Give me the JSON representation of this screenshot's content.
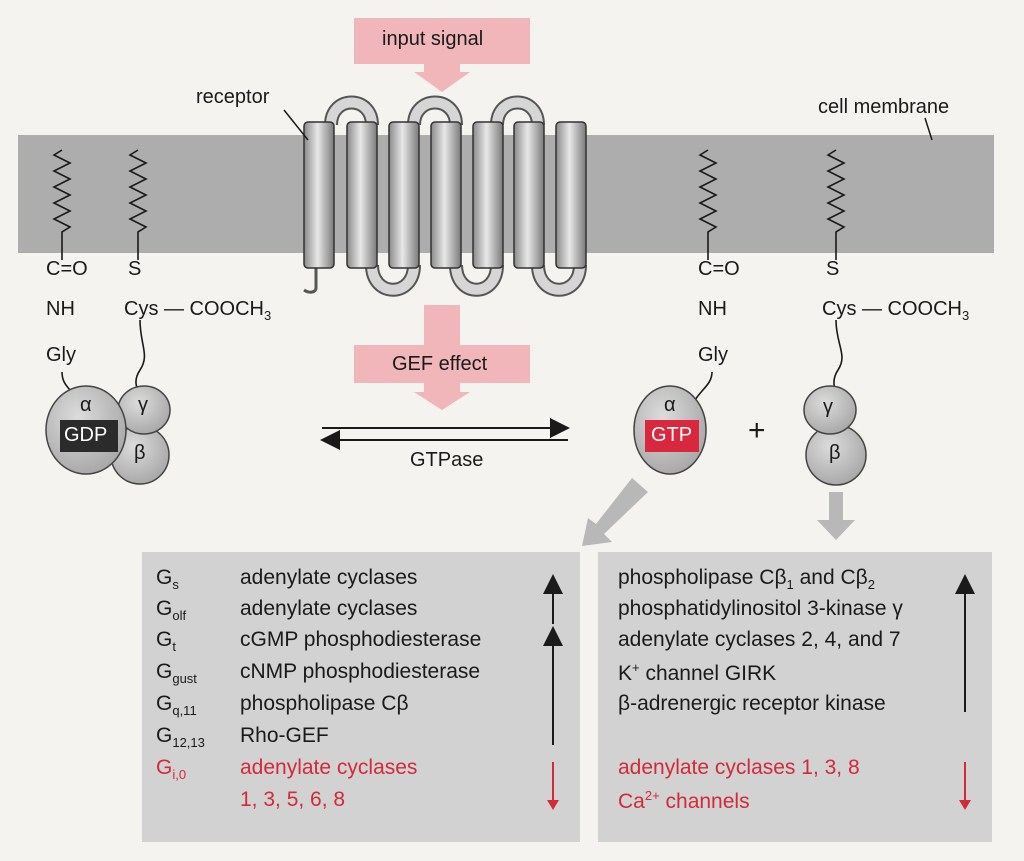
{
  "labels": {
    "input_signal": "input signal",
    "receptor": "receptor",
    "cell_membrane": "cell membrane",
    "gef_effect": "GEF effect",
    "gtpase": "GTPase",
    "plus": "+"
  },
  "left_protein": {
    "co": "C=O",
    "nh": "NH",
    "gly": "Gly",
    "s": "S",
    "cys": "Cys — COOCH",
    "cys_sub": "3",
    "alpha": "α",
    "gamma": "γ",
    "beta": "β",
    "nucleotide": "GDP"
  },
  "right_protein": {
    "co": "C=O",
    "nh": "NH",
    "gly": "Gly",
    "s": "S",
    "cys": "Cys — COOCH",
    "cys_sub": "3",
    "alpha": "α",
    "gamma": "γ",
    "beta": "β",
    "nucleotide": "GTP"
  },
  "alpha_table": [
    {
      "g": "G",
      "sub": "s",
      "effector": "adenylate cyclases"
    },
    {
      "g": "G",
      "sub": "olf",
      "effector": "adenylate cyclases"
    },
    {
      "g": "G",
      "sub": "t",
      "effector": "cGMP phosphodiesterase"
    },
    {
      "g": "G",
      "sub": "gust",
      "effector": "cNMP phosphodiesterase"
    },
    {
      "g": "G",
      "sub": "q,11",
      "effector": "phospholipase Cβ"
    },
    {
      "g": "G",
      "sub": "12,13",
      "effector": "Rho-GEF"
    },
    {
      "g": "G",
      "sub": "i,0",
      "effector": "adenylate cyclases"
    },
    {
      "g": "",
      "sub": "",
      "effector": "1, 3, 5, 6, 8"
    }
  ],
  "betagamma_table": {
    "plc": "phospholipase Cβ",
    "plc_sub1": "1",
    "plc_and": " and Cβ",
    "plc_sub2": "2",
    "pi3k": "phosphatidylinositol 3-kinase γ",
    "ac": "adenylate cyclases 2, 4, and 7",
    "k_pre": "K",
    "k_sup": "+",
    "k_post": " channel GIRK",
    "bark": "β-adrenergic receptor kinase",
    "ac_inhib": "adenylate cyclases 1, 3, 8",
    "ca_pre": "Ca",
    "ca_sup": "2+",
    "ca_post": " channels"
  },
  "colors": {
    "membrane": "#adadad",
    "pink_box": "#f0b6b9",
    "panel": "#d2d2d2",
    "red": "#d22a3a",
    "gdp_box": "#2b2b2b",
    "gtp_box": "#d9283d",
    "subunit": "#bdbdbd"
  }
}
